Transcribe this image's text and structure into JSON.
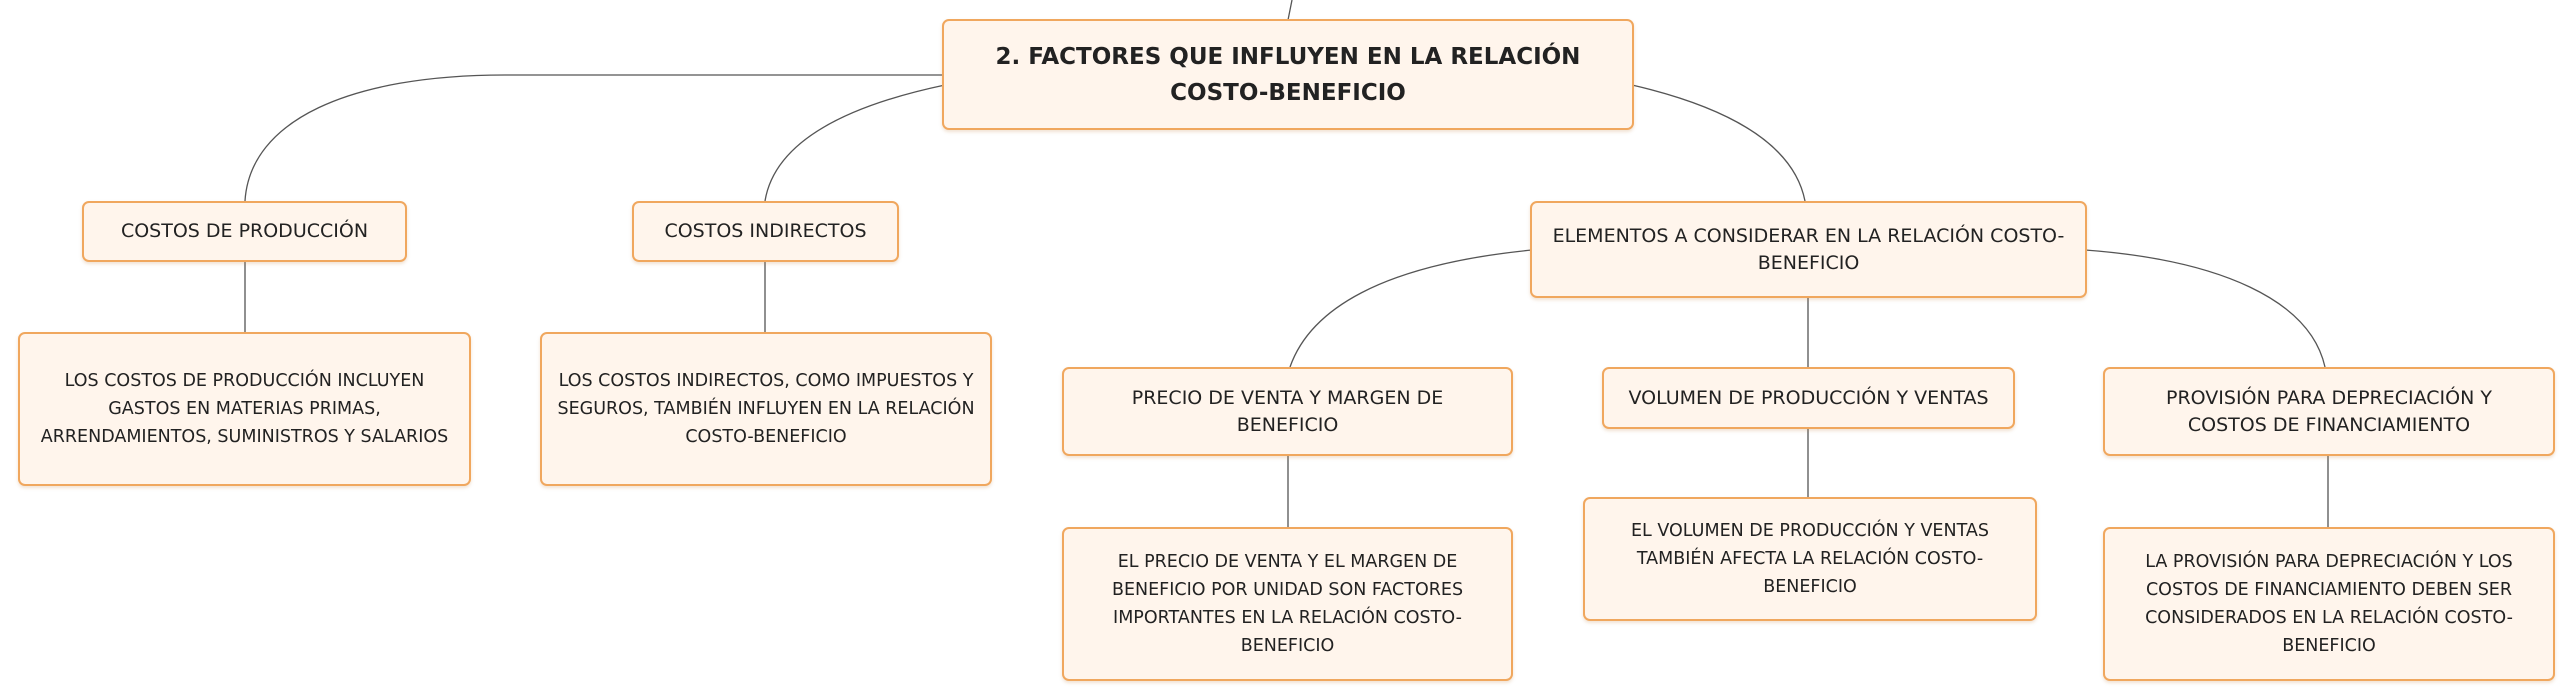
{
  "root": {
    "title": "2. FACTORES QUE INFLUYEN EN LA RELACIÓN COSTO-BENEFICIO"
  },
  "branches": [
    {
      "label": "COSTOS DE PRODUCCIÓN",
      "detail": "LOS COSTOS DE PRODUCCIÓN INCLUYEN GASTOS EN MATERIAS PRIMAS, ARRENDAMIENTOS, SUMINISTROS Y SALARIOS"
    },
    {
      "label": "COSTOS INDIRECTOS",
      "detail": "LOS COSTOS INDIRECTOS, COMO IMPUESTOS Y SEGUROS, TAMBIÉN INFLUYEN EN LA RELACIÓN COSTO-BENEFICIO"
    },
    {
      "label": "ELEMENTOS A CONSIDERAR EN LA RELACIÓN COSTO-BENEFICIO",
      "children": [
        {
          "label": "PRECIO DE VENTA Y MARGEN DE BENEFICIO",
          "detail": "EL PRECIO DE VENTA Y EL MARGEN DE BENEFICIO POR UNIDAD SON FACTORES IMPORTANTES EN LA RELACIÓN COSTO-BENEFICIO"
        },
        {
          "label": "VOLUMEN DE PRODUCCIÓN Y VENTAS",
          "detail": "EL VOLUMEN DE PRODUCCIÓN Y VENTAS TAMBIÉN AFECTA LA RELACIÓN COSTO-BENEFICIO"
        },
        {
          "label": "PROVISIÓN PARA DEPRECIACIÓN Y COSTOS DE FINANCIAMIENTO",
          "detail": "LA PROVISIÓN PARA DEPRECIACIÓN Y LOS COSTOS DE FINANCIAMIENTO DEBEN SER CONSIDERADOS EN LA RELACIÓN COSTO-BENEFICIO"
        }
      ]
    }
  ],
  "colors": {
    "node_border": "#f0a75e",
    "node_fill": "#fff5ec",
    "connector": "#555555"
  }
}
